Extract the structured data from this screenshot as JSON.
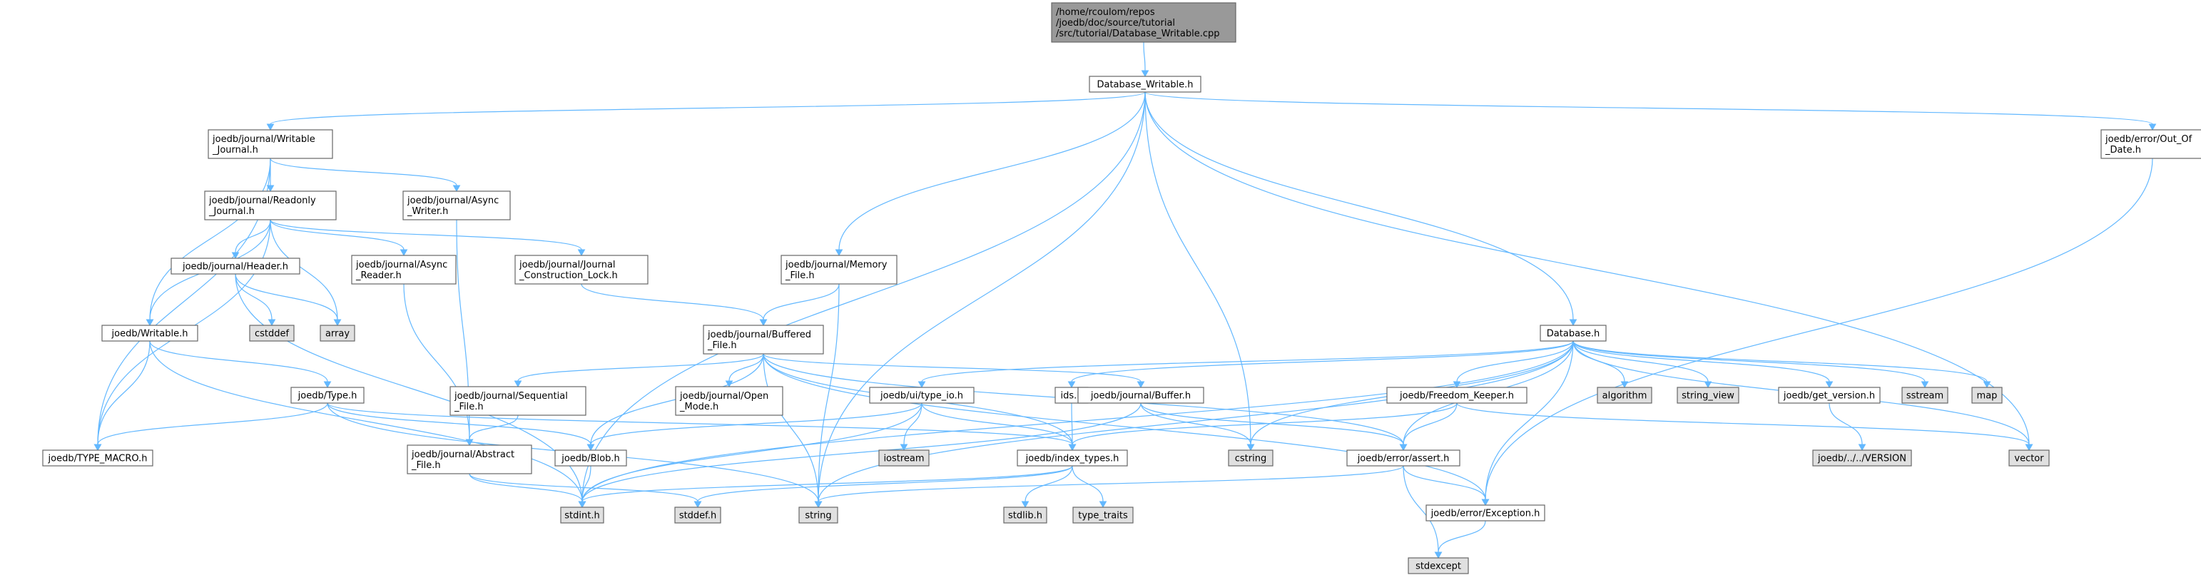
{
  "colors": {
    "root_fill": "#999999",
    "file_fill": "#ffffff",
    "system_fill": "#e0e0e0",
    "border": "#666666",
    "edge": "#63b8ff"
  },
  "nodes": [
    {
      "id": "root",
      "kind": "root",
      "lines": [
        "/home/rcoulom/repos",
        "/joedb/doc/source/tutorial",
        "/src/tutorial/Database_Writable.cpp"
      ]
    },
    {
      "id": "dbw",
      "kind": "file",
      "lines": [
        "Database_Writable.h"
      ]
    },
    {
      "id": "wjournal",
      "kind": "file",
      "lines": [
        "joedb/journal/Writable",
        "_Journal.h"
      ]
    },
    {
      "id": "outofdate",
      "kind": "file",
      "lines": [
        "joedb/error/Out_Of",
        "_Date.h"
      ]
    },
    {
      "id": "rojournal",
      "kind": "file",
      "lines": [
        "joedb/journal/Readonly",
        "_Journal.h"
      ]
    },
    {
      "id": "asyncw",
      "kind": "file",
      "lines": [
        "joedb/journal/Async",
        "_Writer.h"
      ]
    },
    {
      "id": "header",
      "kind": "file",
      "lines": [
        "joedb/journal/Header.h"
      ]
    },
    {
      "id": "asyncr",
      "kind": "file",
      "lines": [
        "joedb/journal/Async",
        "_Reader.h"
      ]
    },
    {
      "id": "jclock",
      "kind": "file",
      "lines": [
        "joedb/journal/Journal",
        "_Construction_Lock.h"
      ]
    },
    {
      "id": "memfile",
      "kind": "file",
      "lines": [
        "joedb/journal/Memory",
        "_File.h"
      ]
    },
    {
      "id": "cstddef",
      "kind": "system",
      "lines": [
        "cstddef"
      ]
    },
    {
      "id": "array",
      "kind": "system",
      "lines": [
        "array"
      ]
    },
    {
      "id": "writable",
      "kind": "file",
      "lines": [
        "joedb/Writable.h"
      ]
    },
    {
      "id": "buffered",
      "kind": "file",
      "lines": [
        "joedb/journal/Buffered",
        "_File.h"
      ]
    },
    {
      "id": "database",
      "kind": "file",
      "lines": [
        "Database.h"
      ]
    },
    {
      "id": "type",
      "kind": "file",
      "lines": [
        "joedb/Type.h"
      ]
    },
    {
      "id": "seqfile",
      "kind": "file",
      "lines": [
        "joedb/journal/Sequential",
        "_File.h"
      ]
    },
    {
      "id": "openmode",
      "kind": "file",
      "lines": [
        "joedb/journal/Open",
        "_Mode.h"
      ]
    },
    {
      "id": "typeio",
      "kind": "file",
      "lines": [
        "joedb/ui/type_io.h"
      ]
    },
    {
      "id": "ids",
      "kind": "file",
      "lines": [
        "ids.h"
      ]
    },
    {
      "id": "bufferh",
      "kind": "file",
      "lines": [
        "joedb/journal/Buffer.h"
      ]
    },
    {
      "id": "freedom",
      "kind": "file",
      "lines": [
        "joedb/Freedom_Keeper.h"
      ]
    },
    {
      "id": "algorithm",
      "kind": "system",
      "lines": [
        "algorithm"
      ]
    },
    {
      "id": "string_view",
      "kind": "system",
      "lines": [
        "string_view"
      ]
    },
    {
      "id": "getversion",
      "kind": "file",
      "lines": [
        "joedb/get_version.h"
      ]
    },
    {
      "id": "sstream",
      "kind": "system",
      "lines": [
        "sstream"
      ]
    },
    {
      "id": "map",
      "kind": "system",
      "lines": [
        "map"
      ]
    },
    {
      "id": "typemacro",
      "kind": "file",
      "lines": [
        "joedb/TYPE_MACRO.h"
      ]
    },
    {
      "id": "absfile",
      "kind": "file",
      "lines": [
        "joedb/journal/Abstract",
        "_File.h"
      ]
    },
    {
      "id": "blob",
      "kind": "file",
      "lines": [
        "joedb/Blob.h"
      ]
    },
    {
      "id": "iostream",
      "kind": "system",
      "lines": [
        "iostream"
      ]
    },
    {
      "id": "indextypes",
      "kind": "file",
      "lines": [
        "joedb/index_types.h"
      ]
    },
    {
      "id": "cstring",
      "kind": "system",
      "lines": [
        "cstring"
      ]
    },
    {
      "id": "assert",
      "kind": "file",
      "lines": [
        "joedb/error/assert.h"
      ]
    },
    {
      "id": "version",
      "kind": "system",
      "lines": [
        "joedb/../../VERSION"
      ]
    },
    {
      "id": "vector",
      "kind": "system",
      "lines": [
        "vector"
      ]
    },
    {
      "id": "stdint",
      "kind": "system",
      "lines": [
        "stdint.h"
      ]
    },
    {
      "id": "stddef",
      "kind": "system",
      "lines": [
        "stddef.h"
      ]
    },
    {
      "id": "string",
      "kind": "system",
      "lines": [
        "string"
      ]
    },
    {
      "id": "stdlib",
      "kind": "system",
      "lines": [
        "stdlib.h"
      ]
    },
    {
      "id": "typetraits",
      "kind": "system",
      "lines": [
        "type_traits"
      ]
    },
    {
      "id": "exception",
      "kind": "file",
      "lines": [
        "joedb/error/Exception.h"
      ]
    },
    {
      "id": "stdexcept",
      "kind": "system",
      "lines": [
        "stdexcept"
      ]
    }
  ],
  "edges": [
    [
      "root",
      "dbw"
    ],
    [
      "dbw",
      "wjournal"
    ],
    [
      "dbw",
      "outofdate"
    ],
    [
      "dbw",
      "memfile"
    ],
    [
      "dbw",
      "database"
    ],
    [
      "dbw",
      "cstring"
    ],
    [
      "dbw",
      "vector"
    ],
    [
      "dbw",
      "stdint"
    ],
    [
      "dbw",
      "string"
    ],
    [
      "wjournal",
      "rojournal"
    ],
    [
      "wjournal",
      "asyncw"
    ],
    [
      "wjournal",
      "writable"
    ],
    [
      "wjournal",
      "typemacro"
    ],
    [
      "outofdate",
      "exception"
    ],
    [
      "rojournal",
      "header"
    ],
    [
      "rojournal",
      "asyncr"
    ],
    [
      "rojournal",
      "jclock"
    ],
    [
      "rojournal",
      "array"
    ],
    [
      "rojournal",
      "writable"
    ],
    [
      "rojournal",
      "typemacro"
    ],
    [
      "asyncw",
      "absfile"
    ],
    [
      "header",
      "cstddef"
    ],
    [
      "header",
      "array"
    ],
    [
      "header",
      "stdint"
    ],
    [
      "asyncr",
      "absfile"
    ],
    [
      "jclock",
      "buffered"
    ],
    [
      "memfile",
      "buffered"
    ],
    [
      "memfile",
      "string"
    ],
    [
      "writable",
      "type"
    ],
    [
      "writable",
      "typemacro"
    ],
    [
      "writable",
      "stdint"
    ],
    [
      "buffered",
      "seqfile"
    ],
    [
      "buffered",
      "openmode"
    ],
    [
      "buffered",
      "bufferh"
    ],
    [
      "buffered",
      "blob"
    ],
    [
      "buffered",
      "indextypes"
    ],
    [
      "buffered",
      "assert"
    ],
    [
      "buffered",
      "exception"
    ],
    [
      "buffered",
      "string"
    ],
    [
      "database",
      "typeio"
    ],
    [
      "database",
      "ids"
    ],
    [
      "database",
      "freedom"
    ],
    [
      "database",
      "algorithm"
    ],
    [
      "database",
      "string_view"
    ],
    [
      "database",
      "getversion"
    ],
    [
      "database",
      "sstream"
    ],
    [
      "database",
      "map"
    ],
    [
      "database",
      "vector"
    ],
    [
      "database",
      "cstring"
    ],
    [
      "database",
      "assert"
    ],
    [
      "database",
      "exception"
    ],
    [
      "database",
      "string"
    ],
    [
      "database",
      "stdint"
    ],
    [
      "type",
      "typemacro"
    ],
    [
      "type",
      "blob"
    ],
    [
      "type",
      "indextypes"
    ],
    [
      "type",
      "string"
    ],
    [
      "seqfile",
      "absfile"
    ],
    [
      "typeio",
      "iostream"
    ],
    [
      "typeio",
      "indextypes"
    ],
    [
      "typeio",
      "blob"
    ],
    [
      "typeio",
      "stdint"
    ],
    [
      "ids",
      "indextypes"
    ],
    [
      "bufferh",
      "cstring"
    ],
    [
      "bufferh",
      "assert"
    ],
    [
      "bufferh",
      "stdint"
    ],
    [
      "freedom",
      "indextypes"
    ],
    [
      "freedom",
      "assert"
    ],
    [
      "freedom",
      "vector"
    ],
    [
      "getversion",
      "version"
    ],
    [
      "absfile",
      "stdint"
    ],
    [
      "absfile",
      "stddef"
    ],
    [
      "blob",
      "stdint"
    ],
    [
      "indextypes",
      "stdint"
    ],
    [
      "indextypes",
      "stddef"
    ],
    [
      "indextypes",
      "stdlib"
    ],
    [
      "indextypes",
      "typetraits"
    ],
    [
      "assert",
      "exception"
    ],
    [
      "assert",
      "stdexcept"
    ],
    [
      "assert",
      "string"
    ],
    [
      "exception",
      "stdexcept"
    ]
  ]
}
